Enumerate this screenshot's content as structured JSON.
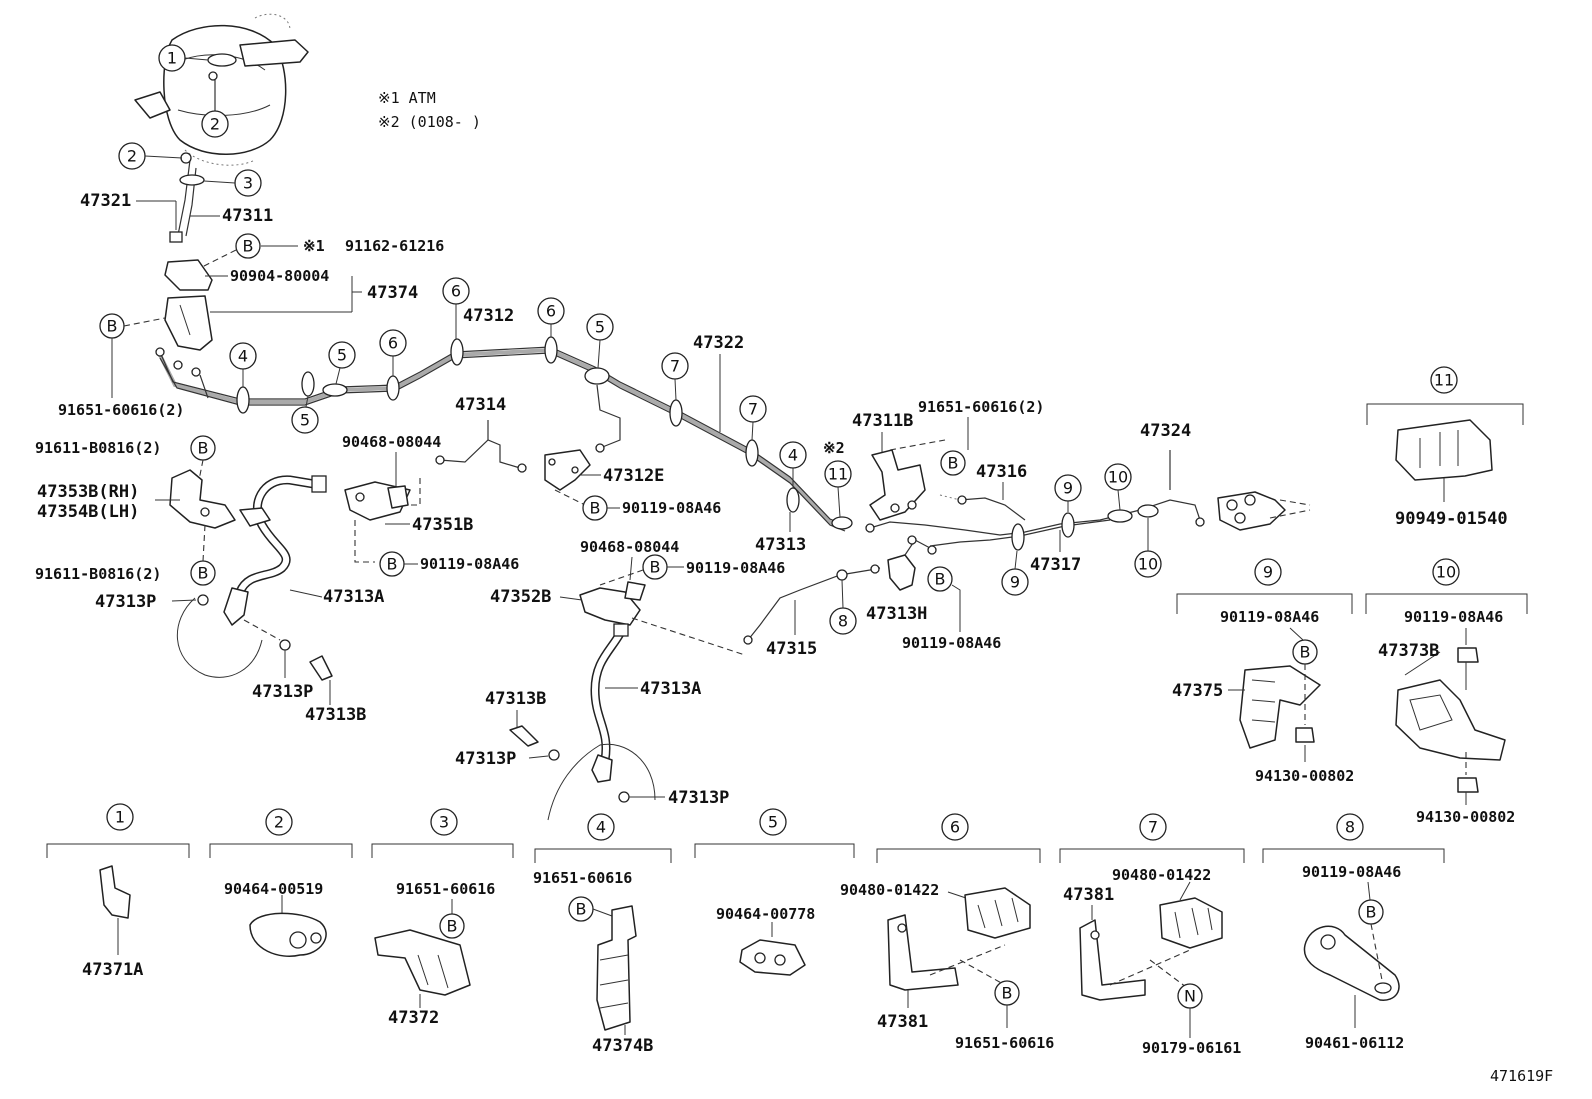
{
  "notes": {
    "n1": "※1  ATM",
    "n2": "※2  (0108-       )"
  },
  "markers": {
    "m1": "※1",
    "m2": "※2"
  },
  "circled": {
    "c1": "1",
    "c2": "2",
    "c3": "3",
    "c4": "4",
    "c5": "5",
    "c6": "6",
    "c7": "7",
    "c8": "8",
    "c9": "9",
    "c10": "10",
    "c11": "11",
    "B": "B",
    "N": "N"
  },
  "labels": {
    "p47321": "47321",
    "p47311": "47311",
    "p91162": "91162-61216",
    "p90904": "90904-80004",
    "p47374": "47374",
    "p91651_2": "91651-60616(2)",
    "p47312": "47312",
    "p47322": "47322",
    "p47314": "47314",
    "p90468_a": "90468-08044",
    "p47312E": "47312E",
    "p90119_a": "90119-08A46",
    "p47351B": "47351B",
    "p90119_b": "90119-08A46",
    "p91611_a": "91611-B0816(2)",
    "p47353B": "47353B(RH)",
    "p47354B": "47354B(LH)",
    "p91611_b": "91611-B0816(2)",
    "p47313P_a": "47313P",
    "p47313A_a": "47313A",
    "p47313P_b": "47313P",
    "p47313B_a": "47313B",
    "p90468_b": "90468-08044",
    "p90119_c": "90119-08A46",
    "p47352B": "47352B",
    "p47313A_b": "47313A",
    "p47313B_b": "47313B",
    "p47313P_c": "47313P",
    "p47313P_d": "47313P",
    "p47315": "47315",
    "p47313H": "47313H",
    "p90119_d": "90119-08A46",
    "p47313": "47313",
    "p47311B": "47311B",
    "p91651_top": "91651-60616(2)",
    "p47316": "47316",
    "p47317": "47317",
    "p47324": "47324",
    "p90949": "90949-01540",
    "p90119_e": "90119-08A46",
    "p47375": "47375",
    "p94130_a": "94130-00802",
    "p90119_f": "90119-08A46",
    "p47373B": "47373B",
    "p94130_b": "94130-00802",
    "p47371A": "47371A",
    "p90464_a": "90464-00519",
    "p91651_c": "91651-60616",
    "p47372": "47372",
    "p91651_d": "91651-60616",
    "p47374B": "47374B",
    "p90464_b": "90464-00778",
    "p90480_a": "90480-01422",
    "p47381_a": "47381",
    "p91651_e": "91651-60616",
    "p47381_b": "47381",
    "p90480_b": "90480-01422",
    "p90179": "90179-06161",
    "p90119_g": "90119-08A46",
    "p90461": "90461-06112",
    "figure_no": "471619F"
  }
}
